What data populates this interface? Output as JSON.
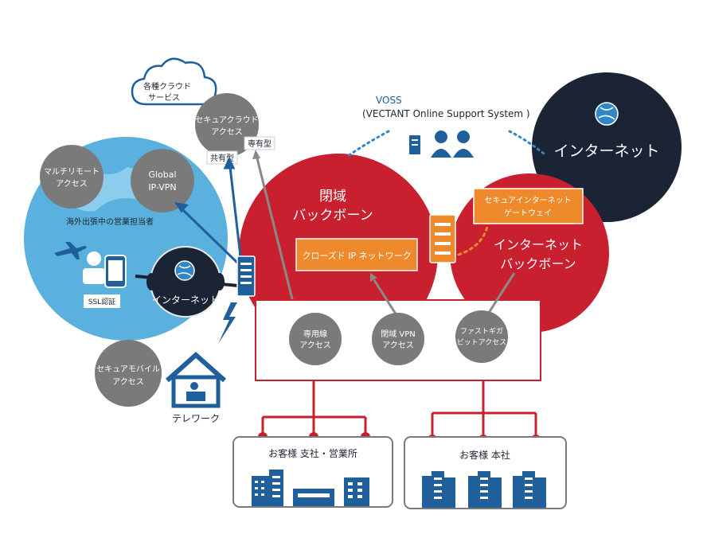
{
  "cloud": {
    "label_line1": "各種クラウド",
    "label_line2": "サービス"
  },
  "voss": {
    "title": "VOSS",
    "subtitle": "(VECTANT Online Support System )"
  },
  "internet_top": {
    "label": "インターネット"
  },
  "closed_backbone": {
    "title_line1": "閉域",
    "title_line2": "バックボーン",
    "network_box": "クローズド IP ネットワーク"
  },
  "internet_backbone": {
    "title_line1": "インターネット",
    "title_line2": "バックボーン",
    "gateway_line1": "セキュアインターネット",
    "gateway_line2": "ゲートウェイ"
  },
  "secure_cloud": {
    "line1": "セキュアクラウド",
    "line2": "アクセス"
  },
  "tags": {
    "shared": "共有型",
    "dedicated": "専有型"
  },
  "multi_remote": {
    "line1": "マルチリモート",
    "line2": "アクセス"
  },
  "global_vpn": {
    "line1": "Global",
    "line2": "IP-VPN"
  },
  "overseas": {
    "label": "海外出張中の営業担当者",
    "ssl_badge": "SSL認証",
    "internet_label": "インターネット"
  },
  "secure_mobile": {
    "line1": "セキュアモバイル",
    "line2": "アクセス"
  },
  "telework": {
    "label": "テレワーク"
  },
  "access_options": [
    {
      "line1": "専用線",
      "line2": "アクセス"
    },
    {
      "line1": "閉域 VPN",
      "line2": "アクセス"
    },
    {
      "line1": "ファストギガ",
      "line2": "ビットアクセス"
    }
  ],
  "customer_branch": {
    "label": "お客様 支社・営業所"
  },
  "customer_hq": {
    "label": "お客様 本社"
  },
  "colors": {
    "red": "#c8202e",
    "navy": "#1b2435",
    "orange": "#ee8a2b",
    "blue": "#1f5f9c",
    "light_blue": "#5bb1de",
    "gray": "#7a7a7a"
  }
}
